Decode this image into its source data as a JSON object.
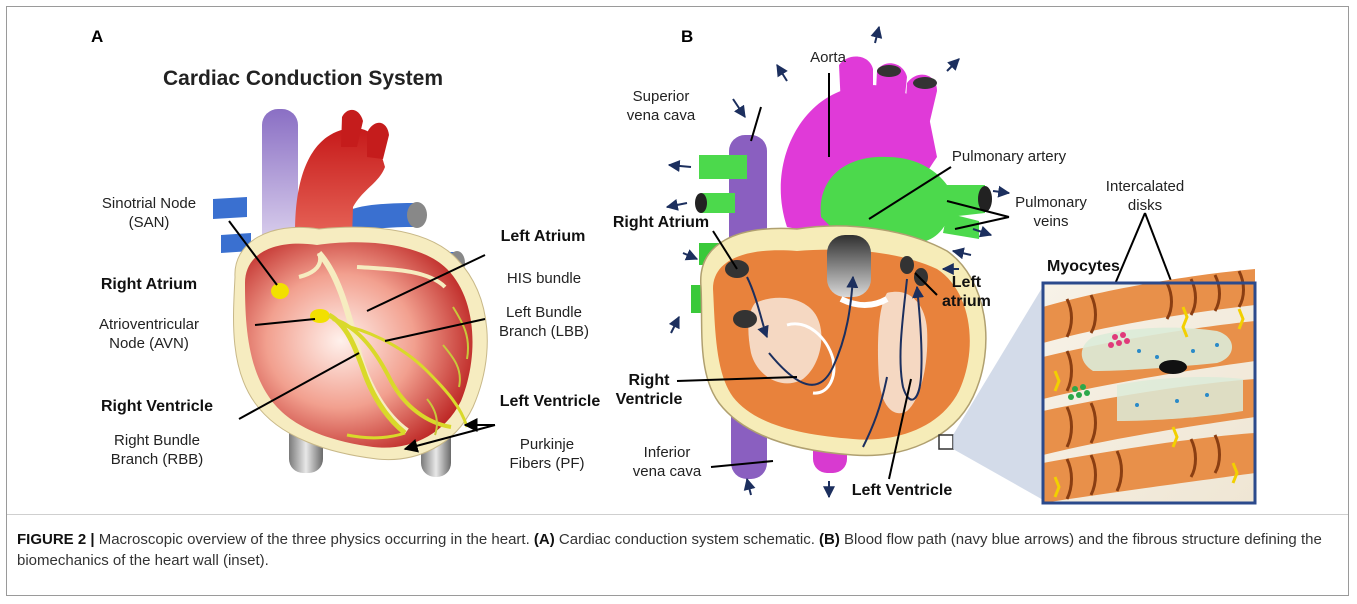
{
  "panel_a": {
    "letter": "A",
    "title": "Cardiac Conduction System",
    "labels": {
      "san": [
        "Sinotrial Node",
        "(SAN)"
      ],
      "right_atrium": "Right Atrium",
      "avn": [
        "Atrioventricular",
        "Node (AVN)"
      ],
      "right_ventricle": "Right Ventricle",
      "rbb": [
        "Right Bundle",
        "Branch (RBB)"
      ],
      "left_atrium": "Left Atrium",
      "his": "HIS bundle",
      "lbb": [
        "Left Bundle",
        "Branch (LBB)"
      ],
      "left_ventricle": "Left Ventricle",
      "pf": [
        "Purkinje",
        "Fibers (PF)"
      ]
    }
  },
  "panel_b": {
    "letter": "B",
    "labels": {
      "aorta": "Aorta",
      "svc": [
        "Superior",
        "vena cava"
      ],
      "pulmonary_artery": "Pulmonary artery",
      "pulmonary_veins": [
        "Pulmonary",
        "veins"
      ],
      "intercalated": [
        "Intercalated",
        "disks"
      ],
      "right_atrium": "Right Atrium",
      "left_atrium": [
        "Left",
        "atrium"
      ],
      "myocytes": "Myocytes",
      "right_ventricle": [
        "Right",
        "Ventricle"
      ],
      "ivc": [
        "Inferior",
        "vena cava"
      ],
      "left_ventricle": "Left Ventricle"
    }
  },
  "caption": {
    "figure_label": "FIGURE 2 |",
    "text_1": " Macroscopic overview of the three physics occurring in the heart. ",
    "a_ref": "(A)",
    "text_2": " Cardiac conduction system schematic. ",
    "b_ref": "(B)",
    "text_3": " Blood flow path (navy blue arrows) and the fibrous structure defining the biomechanics of the heart wall (inset)."
  },
  "colors": {
    "conduction": "#e8e83a",
    "aorta_b": "#e03ad8",
    "pulmonary_artery_b": "#4cd94c",
    "muscle_b": "#e8823c",
    "vena_cava": "#8a5fc0",
    "vessel_blue": "#3a70d0",
    "arrow_navy": "#1c2f5e"
  }
}
